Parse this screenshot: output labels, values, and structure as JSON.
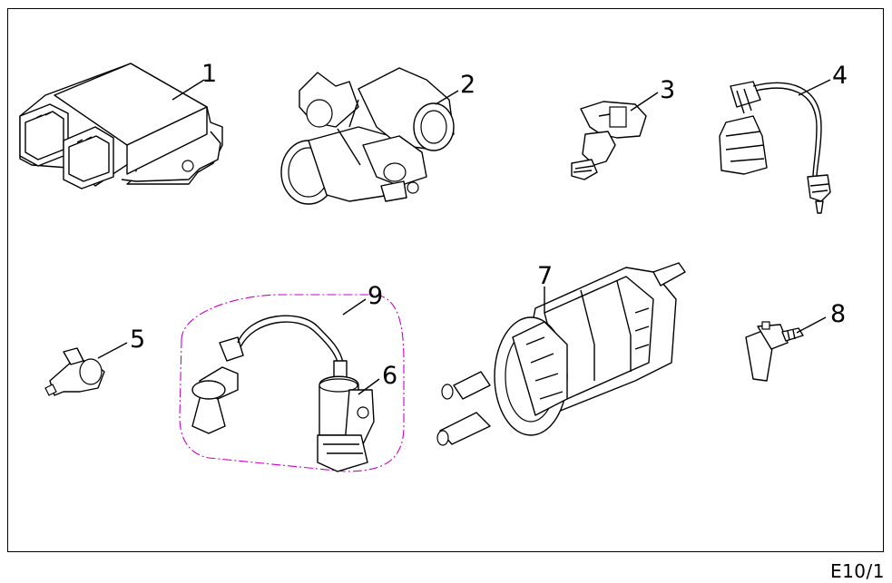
{
  "diagram": {
    "figure_code": "E10/1",
    "callouts": [
      {
        "id": 1,
        "text": "1"
      },
      {
        "id": 2,
        "text": "2"
      },
      {
        "id": 3,
        "text": "3"
      },
      {
        "id": 4,
        "text": "4"
      },
      {
        "id": 5,
        "text": "5"
      },
      {
        "id": 6,
        "text": "6"
      },
      {
        "id": 7,
        "text": "7"
      },
      {
        "id": 8,
        "text": "8"
      },
      {
        "id": 9,
        "text": "9"
      }
    ],
    "group_outline_color": "#cc00cc",
    "line_color": "#000000"
  }
}
